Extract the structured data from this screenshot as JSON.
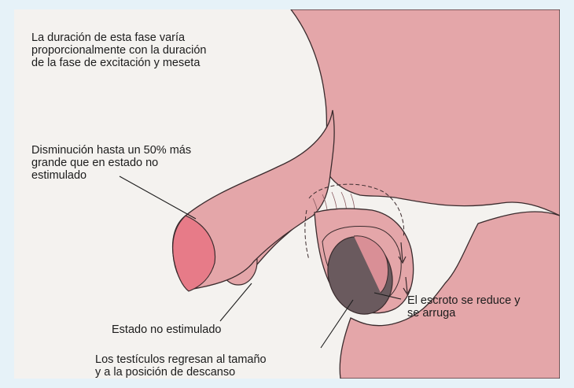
{
  "labels": {
    "duration": "La duración de esta fase varía\nproporcionalmente con la duración\nde la fase de excitación y meseta",
    "decrease": "Disminución hasta un 50% más\ngrande que en estado no\nestimulado",
    "unstimulated": "Estado no estimulado",
    "scrotum": "El escroto se reduce y\nse arruga",
    "testes": "Los testículos regresan al tamaño\ny a la posición de descanso"
  },
  "colors": {
    "background": "#e6f2f8",
    "panel": "#f4f2ef",
    "skin": "#e4a6a9",
    "skin_dark": "#d98f96",
    "glans": "#e77b88",
    "testis": "#6a5a5e",
    "outline": "#3a2b2d"
  }
}
